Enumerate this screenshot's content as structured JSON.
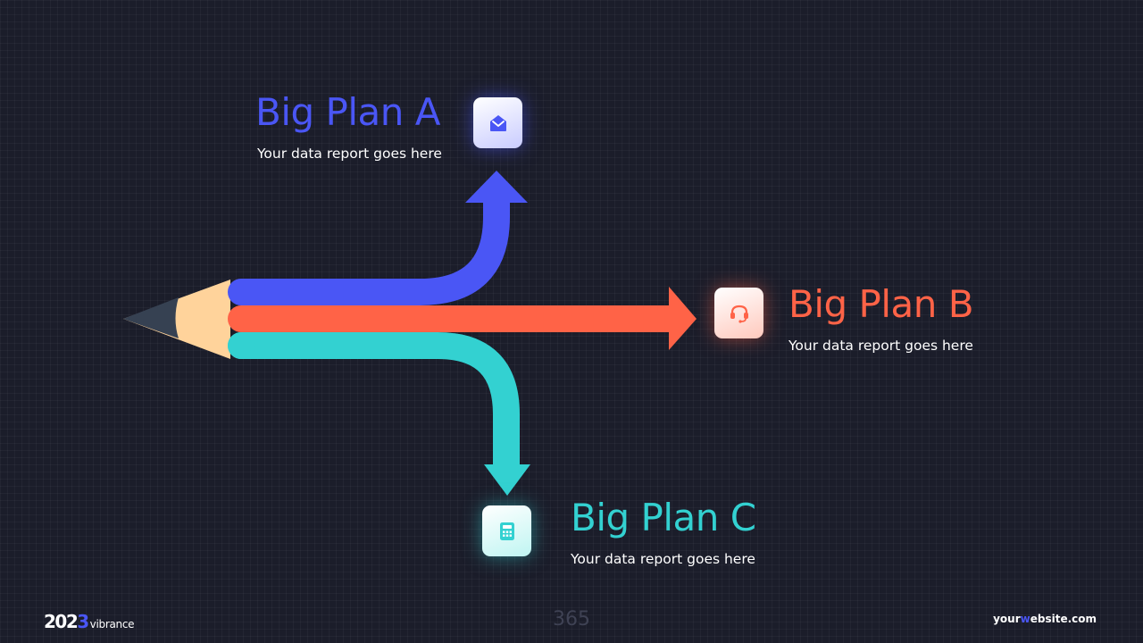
{
  "colors": {
    "background": "#1b1d2a",
    "plan_a": "#4a56f5",
    "plan_b": "#ff6347",
    "plan_c": "#33d1d1",
    "pencil_wood": "#ffd39b",
    "pencil_lead": "#364152"
  },
  "plans": [
    {
      "title": "Big Plan A",
      "description": "Your data report goes here",
      "icon": "envelope-icon",
      "direction": "up"
    },
    {
      "title": "Big Plan B",
      "description": "Your data report goes here",
      "icon": "headset-icon",
      "direction": "right"
    },
    {
      "title": "Big Plan C",
      "description": "Your data report goes here",
      "icon": "calculator-icon",
      "direction": "down"
    }
  ],
  "footer": {
    "year_prefix": "202",
    "year_suffix": "3",
    "brand": "vibrance",
    "page_number": "365",
    "website_prefix": "your",
    "website_highlight": "w",
    "website_suffix": "ebsite.com"
  }
}
